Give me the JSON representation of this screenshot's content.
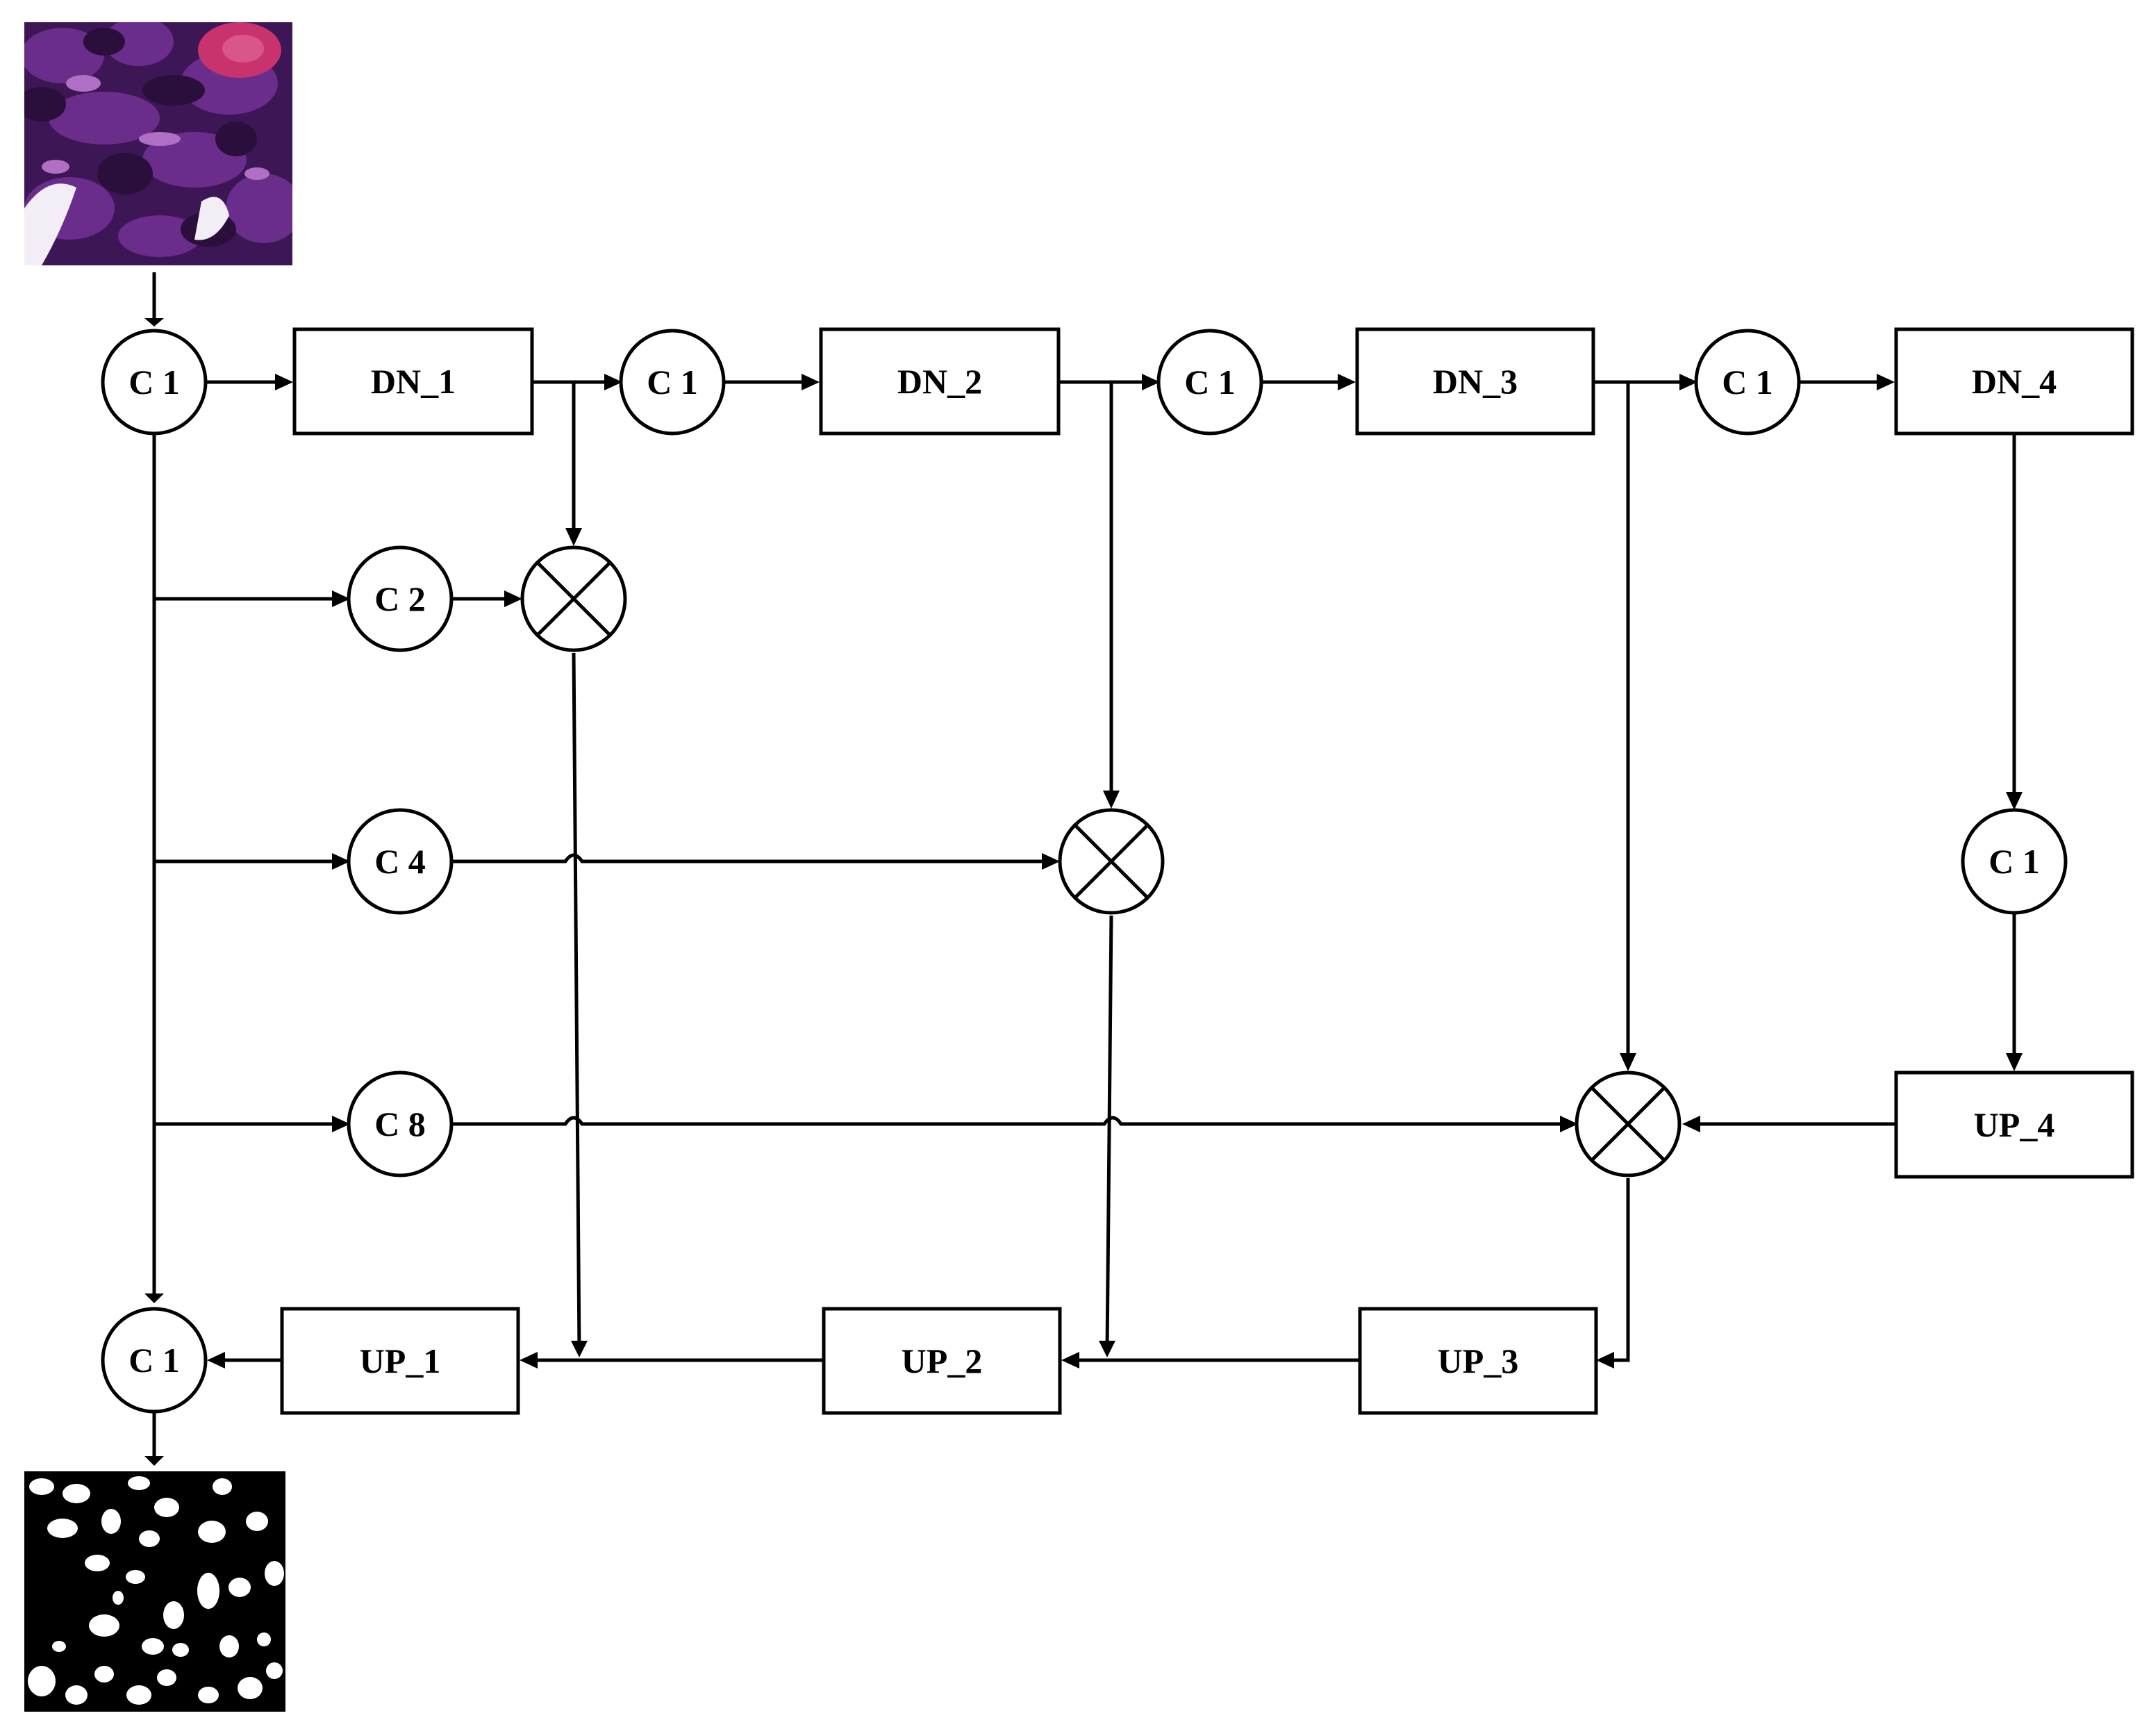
{
  "nodes": {
    "conv_in": "C 1",
    "dn_1": "DN_1",
    "conv_a": "C 1",
    "dn_2": "DN_2",
    "conv_b": "C 1",
    "dn_3": "DN_3",
    "conv_c": "C 1",
    "dn_4": "DN_4",
    "conv_c2": "C 2",
    "conv_c4": "C 4",
    "conv_c8": "C 8",
    "conv_bottleneck": "C 1",
    "up_4": "UP_4",
    "up_3": "UP_3",
    "up_2": "UP_2",
    "up_1": "UP_1",
    "conv_out": "C 1"
  },
  "images": {
    "input": "histology-image",
    "output": "segmentation-mask"
  },
  "colors": {
    "ink": "#000000",
    "background": "#ffffff",
    "tissue_dark": "#2a0f3c",
    "tissue_mid": "#6b2d8c",
    "tissue_light": "#b06fc4",
    "tissue_pink": "#c8336e"
  },
  "icons": {
    "multiply": "multiply-icon"
  }
}
